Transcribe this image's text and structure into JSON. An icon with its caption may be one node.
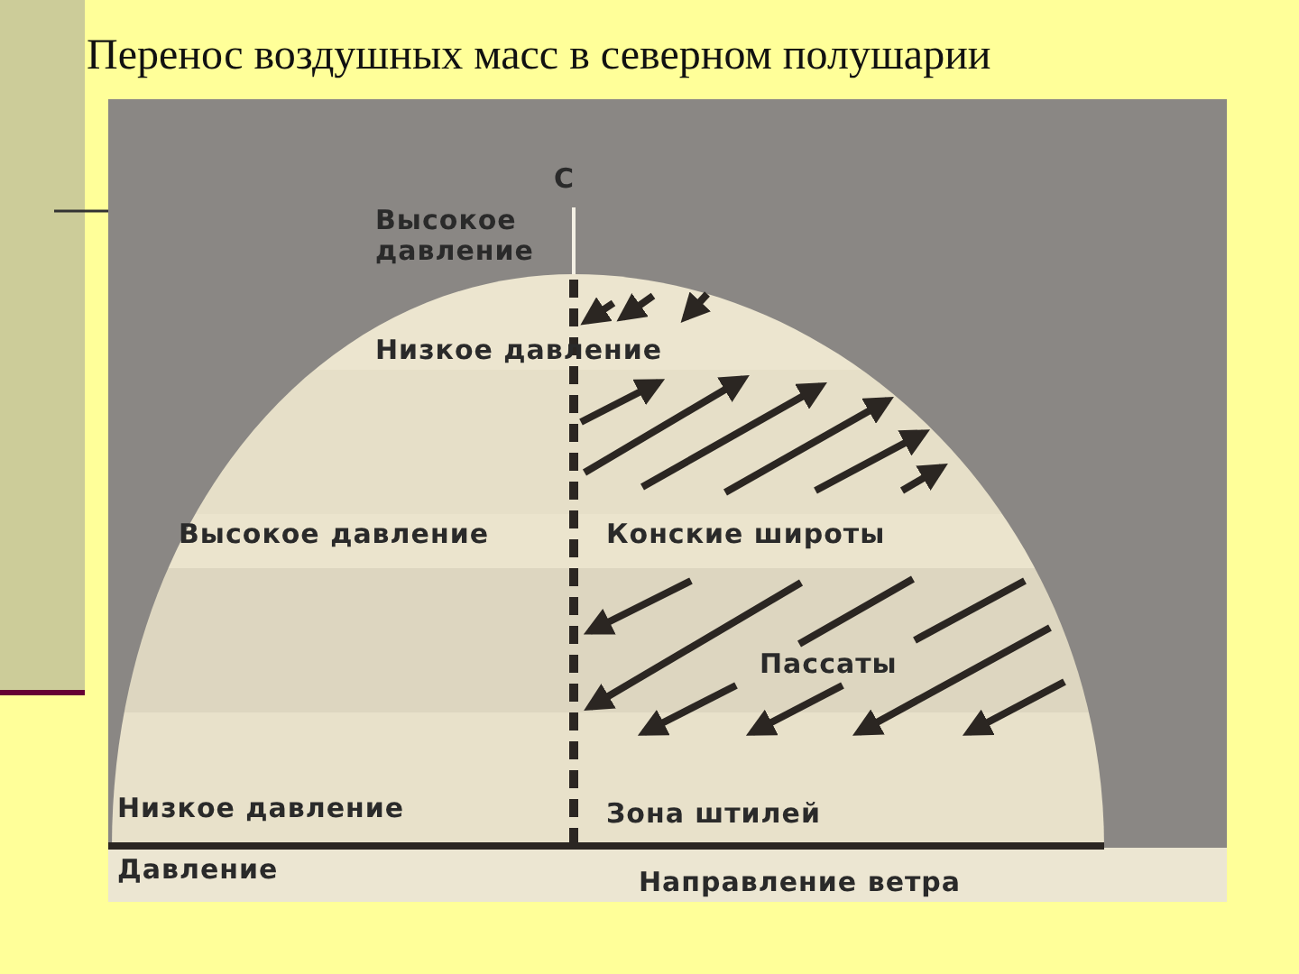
{
  "diagram": {
    "title": "Перенос воздушных масс в северном полушарии",
    "labels": [
      "С",
      "Высокое давление",
      "Низкое давление",
      "Высокое давление",
      "Конские широты",
      "Пассаты",
      "Низкое давление",
      "Зона штилей",
      "Давление",
      "Направление ветра"
    ]
  }
}
